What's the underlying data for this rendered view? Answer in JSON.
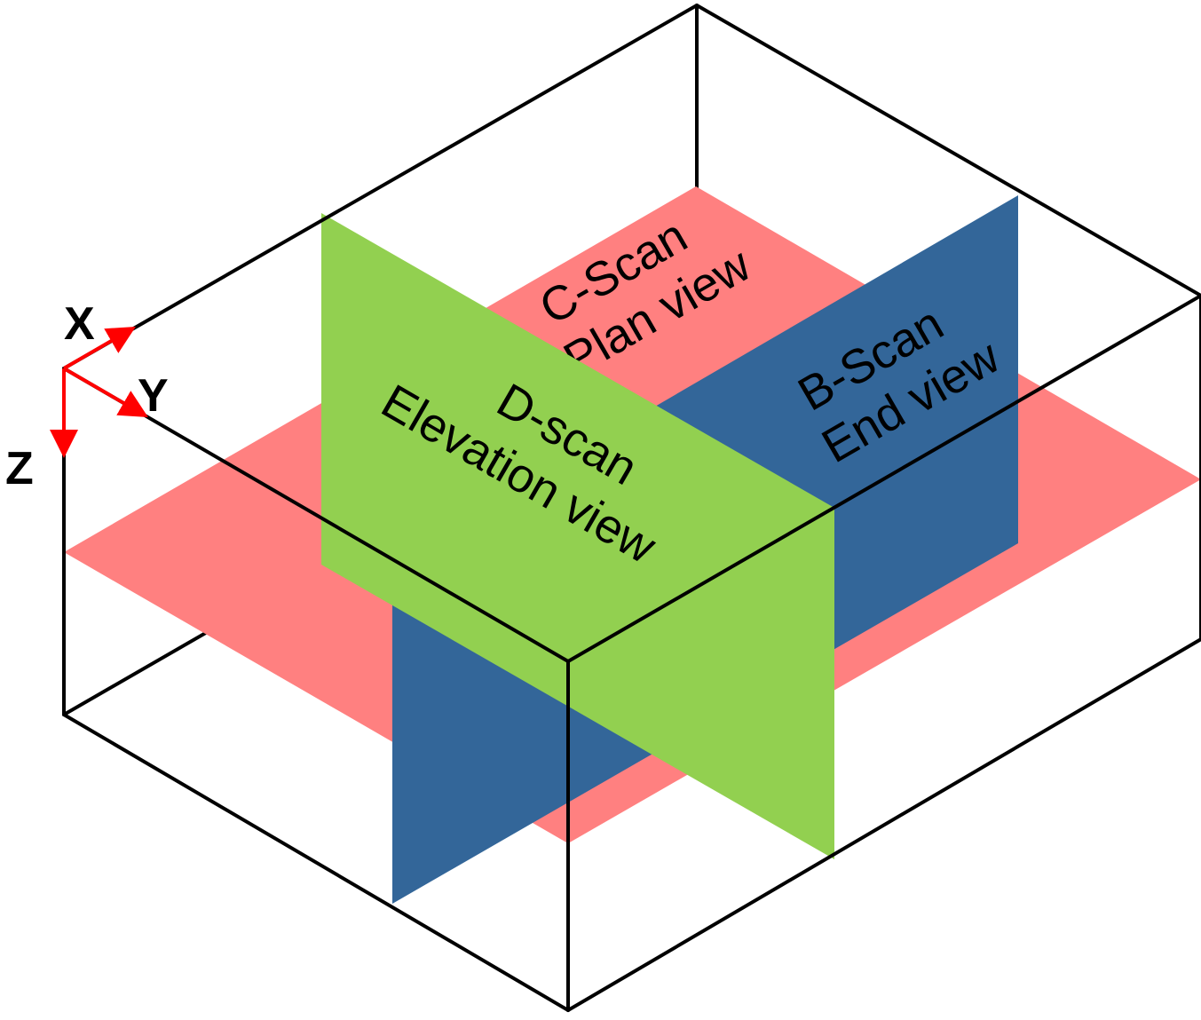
{
  "colors": {
    "c_scan": "#ff8080",
    "b_scan": "#336699",
    "d_scan": "#92d050",
    "axes": "#ff0000",
    "edges": "#000000"
  },
  "axes": {
    "x": "X",
    "y": "Y",
    "z": "Z"
  },
  "planes": {
    "c_scan": {
      "line1": "C-Scan",
      "line2": "Plan view"
    },
    "b_scan": {
      "line1": "B-Scan",
      "line2": "End view"
    },
    "d_scan": {
      "line1": "D-scan",
      "line2": "Elevation view"
    }
  }
}
